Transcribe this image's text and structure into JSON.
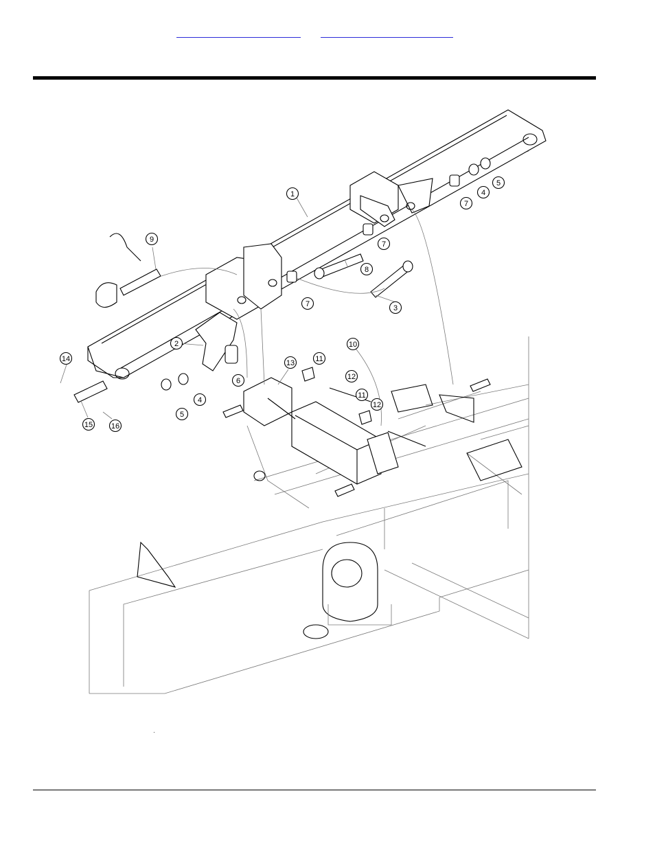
{
  "header": {
    "link_left": "",
    "link_right": ""
  },
  "callouts": [
    "1",
    "2",
    "3",
    "4",
    "5",
    "6",
    "7",
    "8",
    "9",
    "10",
    "11",
    "12",
    "13",
    "14",
    "15",
    "16"
  ],
  "callout_labels": [
    {
      "text": "1"
    },
    {
      "text": "2"
    },
    {
      "text": "3"
    },
    {
      "text": "4"
    },
    {
      "text": "4"
    },
    {
      "text": "5"
    },
    {
      "text": "5"
    },
    {
      "text": "6"
    },
    {
      "text": "7"
    },
    {
      "text": "7"
    },
    {
      "text": "7"
    },
    {
      "text": "8"
    },
    {
      "text": "9"
    },
    {
      "text": "10"
    },
    {
      "text": "11"
    },
    {
      "text": "11"
    },
    {
      "text": "12"
    },
    {
      "text": "12"
    },
    {
      "text": "13"
    },
    {
      "text": "14"
    },
    {
      "text": "15"
    },
    {
      "text": "16"
    }
  ]
}
